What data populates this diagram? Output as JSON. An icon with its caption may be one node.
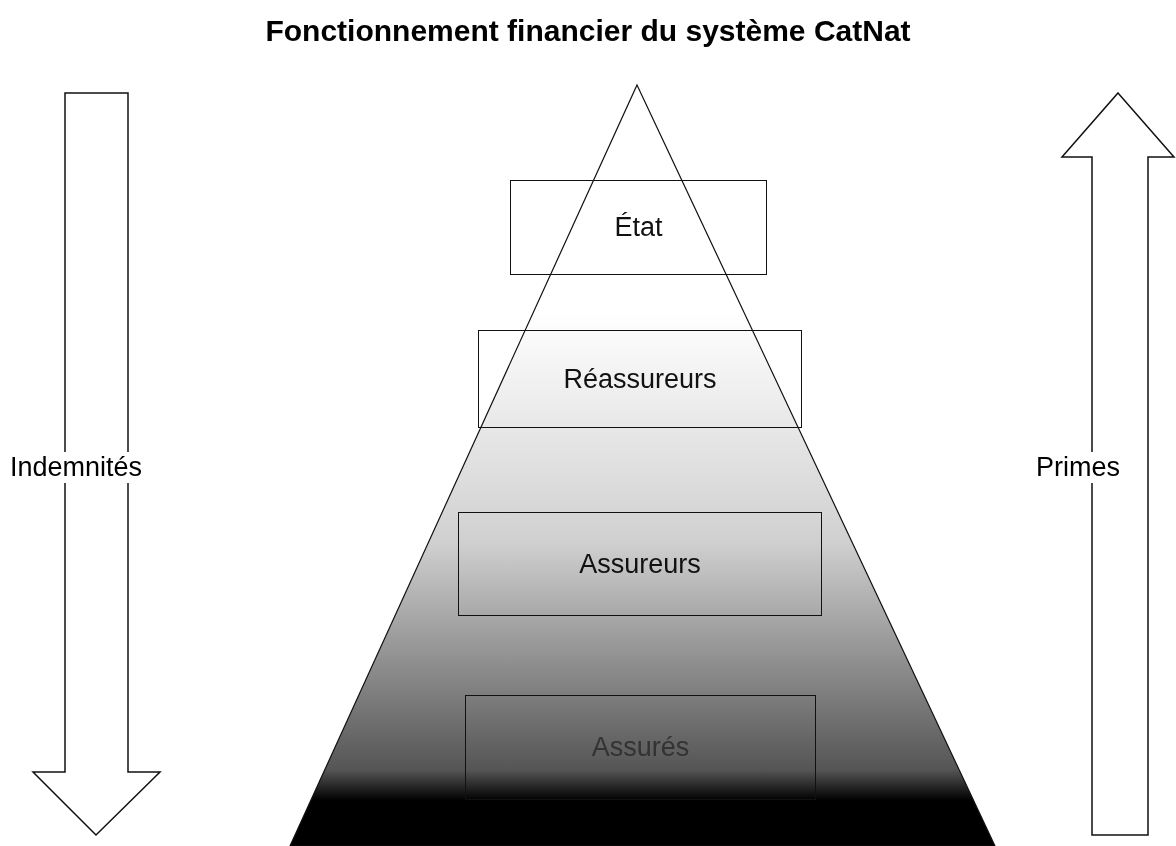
{
  "diagram": {
    "title": "Fonctionnement financier du système CatNat",
    "nodes": [
      {
        "text": [
          "État"
        ]
      },
      {
        "text": [
          "Réassureurs"
        ]
      },
      {
        "text": [
          "Assureurs"
        ]
      },
      {
        "text": [
          "Assurés"
        ]
      }
    ],
    "labels": [
      "Indemnités",
      "Primes"
    ]
  }
}
